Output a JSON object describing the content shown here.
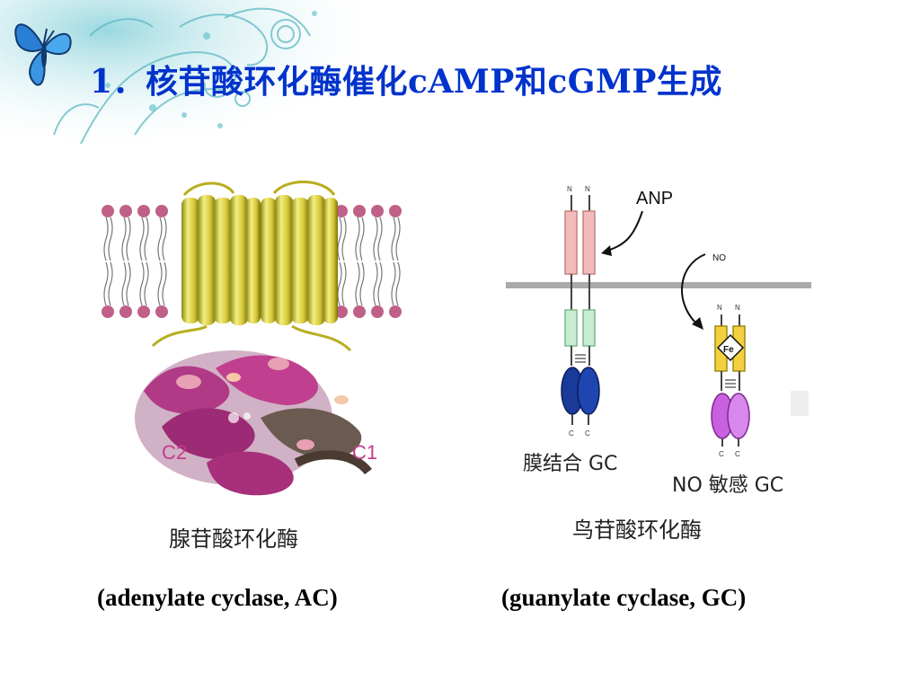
{
  "title": "1．核苷酸环化酶催化cAMP和cGMP生成",
  "ac": {
    "chinese_label": "腺苷酸环化酶",
    "english_label": "(adenylate cyclase, AC)",
    "domain_c2": "C2",
    "domain_c1": "C1"
  },
  "gc": {
    "chinese_label": "鸟苷酸环化酶",
    "english_label": "(guanylate cyclase, GC)",
    "ligand_anp": "ANP",
    "ligand_no": "NO",
    "iron_label": "Fe",
    "terminal_n": "N",
    "terminal_c": "C",
    "membrane_gc_label": "膜结合 GC",
    "no_sensitive_gc_label": "NO 敏感 GC"
  },
  "colors": {
    "title": "#0033cc",
    "helix": "#d4c83a",
    "ribbon": "#a8307a",
    "lipid_head": "#c06088",
    "anp_receptor": "#f2bcbc",
    "kinase": "#c8ecd2",
    "catalytic": "#1a3a9a",
    "heme": "#f2d040",
    "no_catalytic": "#c860e0"
  },
  "icons": [
    "butterfly-icon",
    "floral-ornament"
  ]
}
